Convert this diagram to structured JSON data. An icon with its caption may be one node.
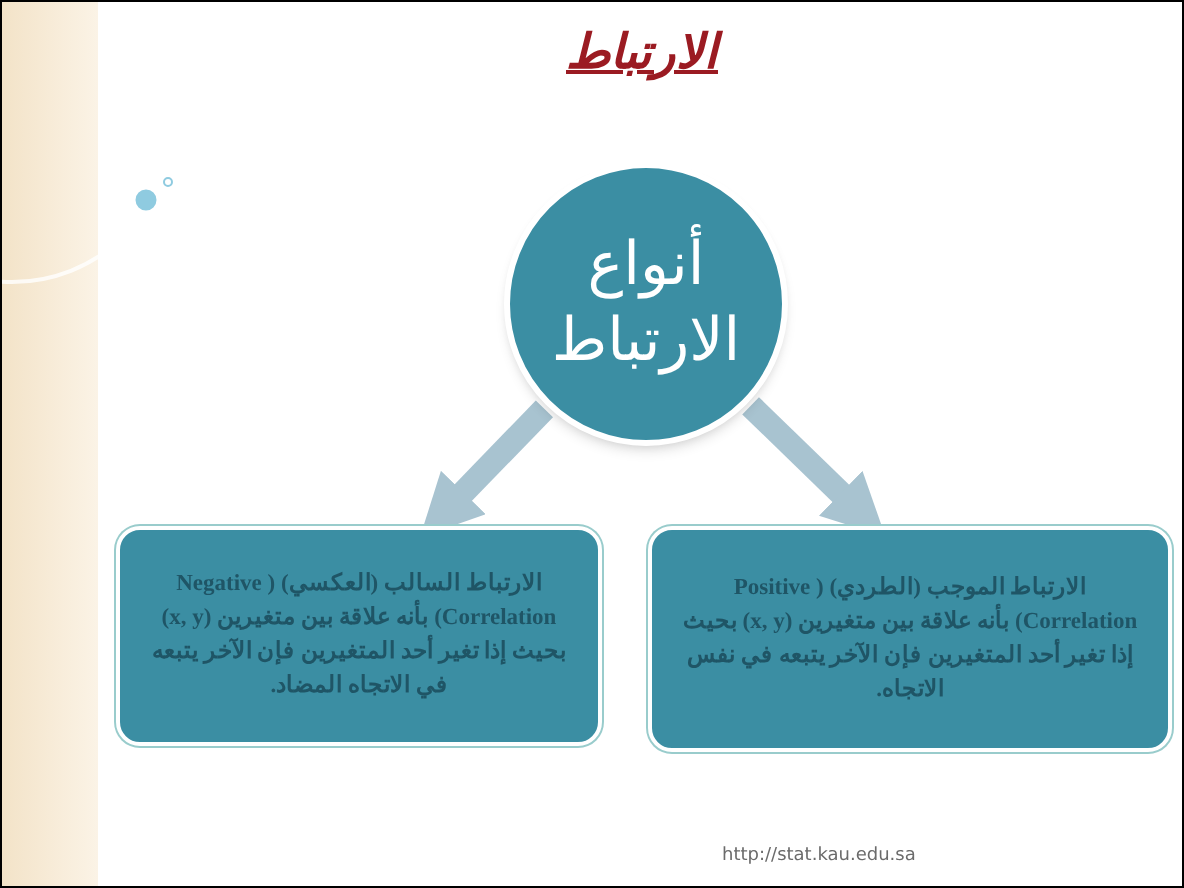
{
  "diagram": {
    "title": "الارتباط",
    "nodes": [
      {
        "text": [
          "أنواع الارتباط"
        ]
      },
      {
        "text": [
          "الارتباط السالب (العكسي) ( Negative Correlation) بأنه علاقة بين متغيرين (x, y) بحيث إذا تغير أحد المتغيرين فإن الآخر يتبعه في الاتجاه المضاد."
        ]
      },
      {
        "text": [
          "الارتباط الموجب (الطردي) ( Positive Correlation) بأنه علاقة بين متغيرين (x, y) بحيث إذا تغير أحد المتغيرين فإن الآخر يتبعه في نفس الاتجاه."
        ]
      }
    ],
    "edges": [
      {
        "from": 0,
        "to": 1,
        "arrow": "to"
      },
      {
        "from": 0,
        "to": 2,
        "arrow": "to"
      }
    ],
    "labels": [
      "http://stat.kau.edu.sa"
    ]
  }
}
